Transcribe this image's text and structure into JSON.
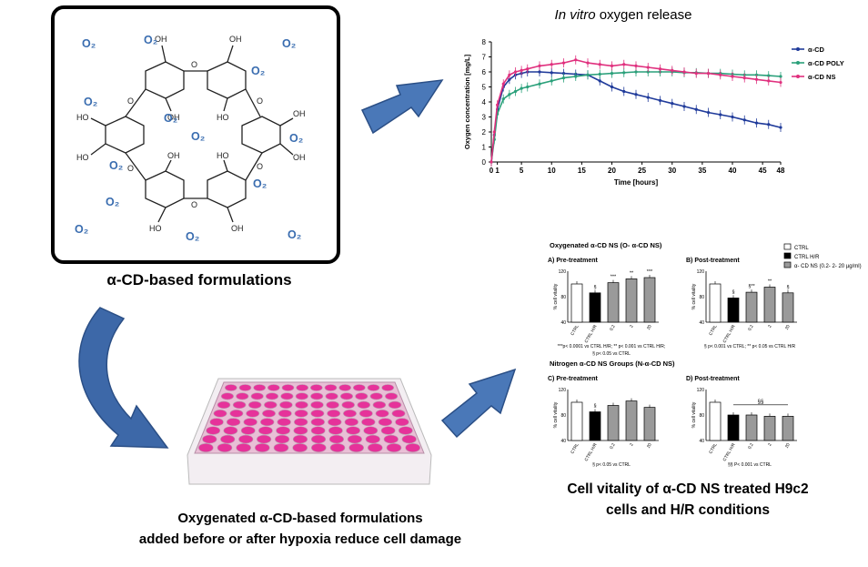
{
  "molecule_panel": {
    "o2_label": "O₂",
    "caption": "α-CD-based  formulations"
  },
  "oxygen_chart": {
    "title_italic": "In vitro",
    "title_rest": " oxygen release",
    "colors": {
      "a_cd": "#1f3a9a",
      "a_cd_poly": "#2aa07a",
      "a_cd_ns": "#e0307e"
    }
  },
  "chart_data": [
    {
      "type": "line",
      "title": "In vitro oxygen release",
      "xlabel": "Time [hours]",
      "ylabel": "Oxygen concentration [mg/L]",
      "xlim": [
        0,
        48
      ],
      "ylim": [
        0,
        8
      ],
      "x_ticks": [
        0,
        1,
        5,
        10,
        15,
        20,
        25,
        30,
        35,
        40,
        45,
        48
      ],
      "y_ticks": [
        0,
        1,
        2,
        3,
        4,
        5,
        6,
        7,
        8
      ],
      "legend_position": "top-right",
      "series": [
        {
          "name": "α-CD",
          "x": [
            0,
            0.5,
            1,
            2,
            3,
            4,
            5,
            6,
            8,
            10,
            12,
            14,
            16,
            18,
            20,
            22,
            24,
            26,
            28,
            30,
            32,
            34,
            36,
            38,
            40,
            42,
            44,
            46,
            48
          ],
          "y": [
            0,
            1.8,
            3.5,
            5.0,
            5.5,
            5.8,
            5.9,
            6.0,
            6.0,
            5.95,
            5.9,
            5.85,
            5.8,
            5.4,
            5.0,
            4.7,
            4.5,
            4.3,
            4.1,
            3.9,
            3.7,
            3.5,
            3.3,
            3.15,
            3.0,
            2.8,
            2.6,
            2.5,
            2.3
          ]
        },
        {
          "name": "α-CD POLY",
          "x": [
            0,
            0.5,
            1,
            2,
            3,
            4,
            5,
            6,
            8,
            10,
            12,
            14,
            16,
            18,
            20,
            22,
            24,
            26,
            28,
            30,
            32,
            34,
            36,
            38,
            40,
            42,
            44,
            46,
            48
          ],
          "y": [
            0,
            1.5,
            3.2,
            4.2,
            4.5,
            4.7,
            4.9,
            5.0,
            5.2,
            5.4,
            5.6,
            5.7,
            5.8,
            5.85,
            5.9,
            5.95,
            6.0,
            6.0,
            6.0,
            6.0,
            5.95,
            5.95,
            5.9,
            5.9,
            5.85,
            5.8,
            5.8,
            5.75,
            5.7
          ]
        },
        {
          "name": "α-CD NS",
          "x": [
            0,
            0.5,
            1,
            2,
            3,
            4,
            5,
            6,
            8,
            10,
            12,
            14,
            16,
            18,
            20,
            22,
            24,
            26,
            28,
            30,
            32,
            34,
            36,
            38,
            40,
            42,
            44,
            46,
            48
          ],
          "y": [
            0,
            2.0,
            3.8,
            5.2,
            5.8,
            6.0,
            6.1,
            6.2,
            6.4,
            6.5,
            6.6,
            6.8,
            6.6,
            6.5,
            6.4,
            6.5,
            6.4,
            6.3,
            6.2,
            6.1,
            6.0,
            5.9,
            5.9,
            5.8,
            5.7,
            5.6,
            5.5,
            5.4,
            5.3
          ]
        }
      ]
    },
    {
      "type": "bar",
      "title": "A) Pre-treatment",
      "ylabel": "% cell vitality",
      "ylim": [
        40,
        120
      ],
      "y_ticks": [
        40,
        80,
        120
      ],
      "categories": [
        "CTRL",
        "CTRL H/R",
        "0.2",
        "2",
        "20"
      ],
      "values": [
        100,
        86,
        102,
        108,
        110
      ],
      "annotations": [
        "",
        "§",
        "***",
        "**",
        "***"
      ]
    },
    {
      "type": "bar",
      "title": "B) Post-treatment",
      "ylabel": "% cell vitality",
      "ylim": [
        40,
        120
      ],
      "y_ticks": [
        40,
        80,
        120
      ],
      "categories": [
        "CTRL",
        "CTRL H/R",
        "0.2",
        "2",
        "20"
      ],
      "values": [
        100,
        78,
        87,
        95,
        86
      ],
      "annotations": [
        "",
        "§",
        "§**",
        "**",
        "§"
      ]
    },
    {
      "type": "bar",
      "title": "C) Pre-treatment",
      "ylabel": "% cell vitality",
      "ylim": [
        40,
        120
      ],
      "y_ticks": [
        40,
        80,
        120
      ],
      "categories": [
        "CTRL",
        "CTRL H/R",
        "0.2",
        "2",
        "20"
      ],
      "values": [
        100,
        85,
        95,
        102,
        92
      ],
      "annotations": [
        "",
        "§",
        "",
        "",
        ""
      ]
    },
    {
      "type": "bar",
      "title": "D) Post-treatment",
      "ylabel": "% cell vitality",
      "ylim": [
        40,
        120
      ],
      "y_ticks": [
        40,
        80,
        120
      ],
      "categories": [
        "CTRL",
        "CTRL H/R",
        "0.2",
        "2",
        "20"
      ],
      "values": [
        100,
        80,
        80,
        78,
        78
      ],
      "annotations": [
        "",
        "",
        "",
        "",
        ""
      ]
    }
  ],
  "vitality_panel": {
    "header_oxygenated": "Oxygenated α-CD NS (O- α-CD NS)",
    "header_nitrogen": "Nitrogen α-CD NS Groups (N-α-CD NS)",
    "legend": [
      "CTRL",
      "CTRL H/R",
      "α- CD NS (0.2- 2- 20 µg/ml)"
    ],
    "note_a_line1": "***p< 0.0001 vs CTRL H/R; ** p< 0.001 vs CTRL H/R;",
    "note_a_line2": "§ p< 0.05 vs CTRL",
    "note_b": "§ p< 0.001 vs CTRL; ** p< 0.05 vs CTRL H/R",
    "note_c": "§ p< 0.05 vs CTRL",
    "note_d": "§§ P< 0.001 vs CTRL",
    "d_bracket_label": "§§"
  },
  "captions": {
    "vitality_line1": "Cell vitality of α-CD NS treated H9c2",
    "vitality_line2": "cells and H/R conditions",
    "bottom_line1": "Oxygenated α-CD-based formulations",
    "bottom_line2": "added before or after hypoxia reduce cell damage"
  }
}
